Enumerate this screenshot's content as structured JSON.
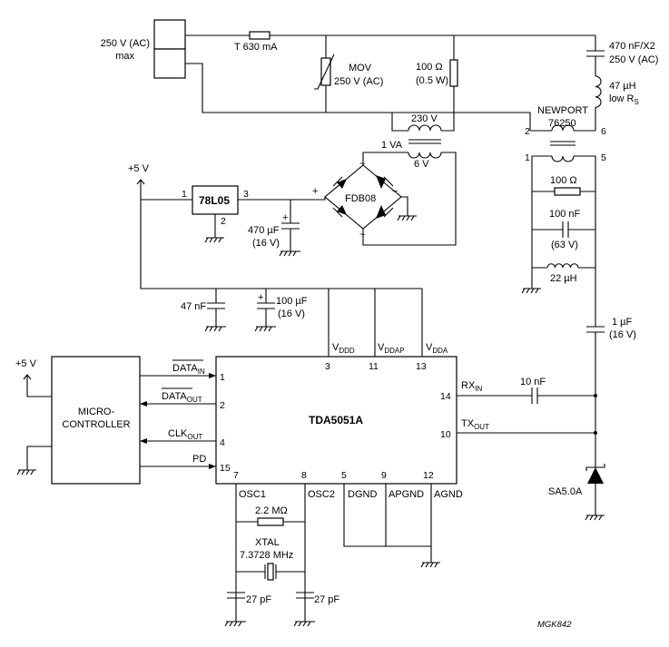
{
  "mains": {
    "voltage": "250 V (AC)",
    "max": "max",
    "fuse": "T 630 mA"
  },
  "mov": {
    "name": "MOV",
    "rating": "250 V (AC)"
  },
  "r_mains": {
    "value": "100 Ω",
    "power": "(0.5 W)"
  },
  "transformer": {
    "primary": "230 V",
    "va": "1 VA",
    "secondary": "6 V"
  },
  "regulator": {
    "name": "78L05",
    "pin_in": "1",
    "pin_out": "3",
    "pin_gnd": "2"
  },
  "supply": {
    "label": "+5 V"
  },
  "bridge": {
    "name": "FDB08",
    "plus": "+",
    "minus": "−",
    "ac1": "~",
    "ac2": "~"
  },
  "cap_reg": {
    "value": "470 µF",
    "voltage": "(16 V)",
    "plus": "+"
  },
  "cap_47n": {
    "value": "47 nF"
  },
  "cap_100u": {
    "value": "100 µF",
    "voltage": "(16 V)",
    "plus": "+"
  },
  "coupling": {
    "cap_x2": "470 nF/X2",
    "cap_x2_voltage": "250 V (AC)",
    "inductor": "47 µH",
    "inductor_note": "low R",
    "inductor_note_sub": "S",
    "newport_name": "NEWPORT",
    "newport_part": "76250",
    "pin2": "2",
    "pin6": "6",
    "pin1": "1",
    "pin5": "5",
    "r_value": "100 Ω",
    "c_value": "100 nF",
    "c_voltage": "(63 V)",
    "l_value": "22 µH",
    "c_out": "1 µF",
    "c_out_voltage": "(16 V)",
    "tvs": "SA5.0A",
    "rx_cap": "10 nF"
  },
  "ic": {
    "name": "TDA5051A",
    "vddd_main": "V",
    "vddd_sub": "DDD",
    "vddd_pin": "3",
    "vddap_main": "V",
    "vddap_sub": "DDAP",
    "vddap_pin": "11",
    "vdda_main": "V",
    "vdda_sub": "DDA",
    "vdda_pin": "13",
    "datain_main": "DATA",
    "datain_sub": "IN",
    "datain_pin": "1",
    "dataout_main": "DATA",
    "dataout_sub": "OUT",
    "dataout_pin": "2",
    "clkout_main": "CLK",
    "clkout_sub": "OUT",
    "clkout_pin": "4",
    "pd": "PD",
    "pd_pin": "15",
    "rxin_main": "RX",
    "rxin_sub": "IN",
    "rxin_pin": "14",
    "txout_main": "TX",
    "txout_sub": "OUT",
    "txout_pin": "10",
    "osc1": "OSC1",
    "osc1_pin": "7",
    "osc2": "OSC2",
    "osc2_pin": "8",
    "dgnd": "DGND",
    "dgnd_pin": "5",
    "apgnd": "APGND",
    "apgnd_pin": "9",
    "agnd": "AGND",
    "agnd_pin": "12"
  },
  "micro": {
    "line1": "MICRO-",
    "line2": "CONTROLLER",
    "supply": "+5 V"
  },
  "osc": {
    "r_value": "2.2 MΩ",
    "xtal": "XTAL",
    "freq": "7.3728 MHz",
    "c1": "27 pF",
    "c2": "27 pF"
  },
  "figure_code": "MGK842"
}
